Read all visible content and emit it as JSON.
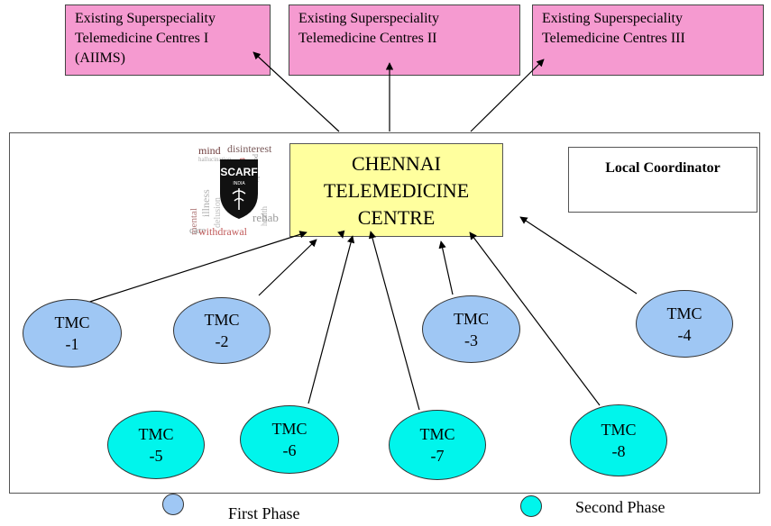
{
  "top_centres": [
    {
      "lines": [
        "Existing Superspeciality",
        "Telemedicine Centres I",
        "(AIIMS)"
      ]
    },
    {
      "lines": [
        "Existing Superspeciality",
        "Telemedicine Centres  II"
      ]
    },
    {
      "lines": [
        "Existing Superspeciality",
        "Telemedicine Centres  III"
      ]
    }
  ],
  "center": {
    "lines": [
      "CHENNAI",
      "TELEMEDICINE",
      "CENTRE"
    ]
  },
  "local_coordinator": "Local Coordinator",
  "logo": {
    "label": "SCARF",
    "sublabel": "INDIA",
    "words": [
      "mind",
      "disinterest",
      "hallucination",
      "mental",
      "illness",
      "care",
      "delusion",
      "health",
      "treatment",
      "personality",
      "rehab",
      "withdrawal"
    ]
  },
  "tmc_nodes": [
    {
      "line1": "TMC",
      "line2": "-1",
      "phase": "first"
    },
    {
      "line1": "TMC",
      "line2": "-2",
      "phase": "first"
    },
    {
      "line1": "TMC",
      "line2": "-3",
      "phase": "first"
    },
    {
      "line1": "TMC",
      "line2": "-4",
      "phase": "first"
    },
    {
      "line1": "TMC",
      "line2": "-5",
      "phase": "second"
    },
    {
      "line1": "TMC",
      "line2": "-6",
      "phase": "second"
    },
    {
      "line1": "TMC",
      "line2": "-7",
      "phase": "second"
    },
    {
      "line1": "TMC",
      "line2": "-8",
      "phase": "second"
    }
  ],
  "legend": {
    "first_phase": "First Phase",
    "second_phase": "Second Phase"
  },
  "colors": {
    "top_box": "#f59ad0",
    "center": "#ffff9e",
    "first_phase": "#9fc7f4",
    "second_phase": "#00f5ec"
  }
}
